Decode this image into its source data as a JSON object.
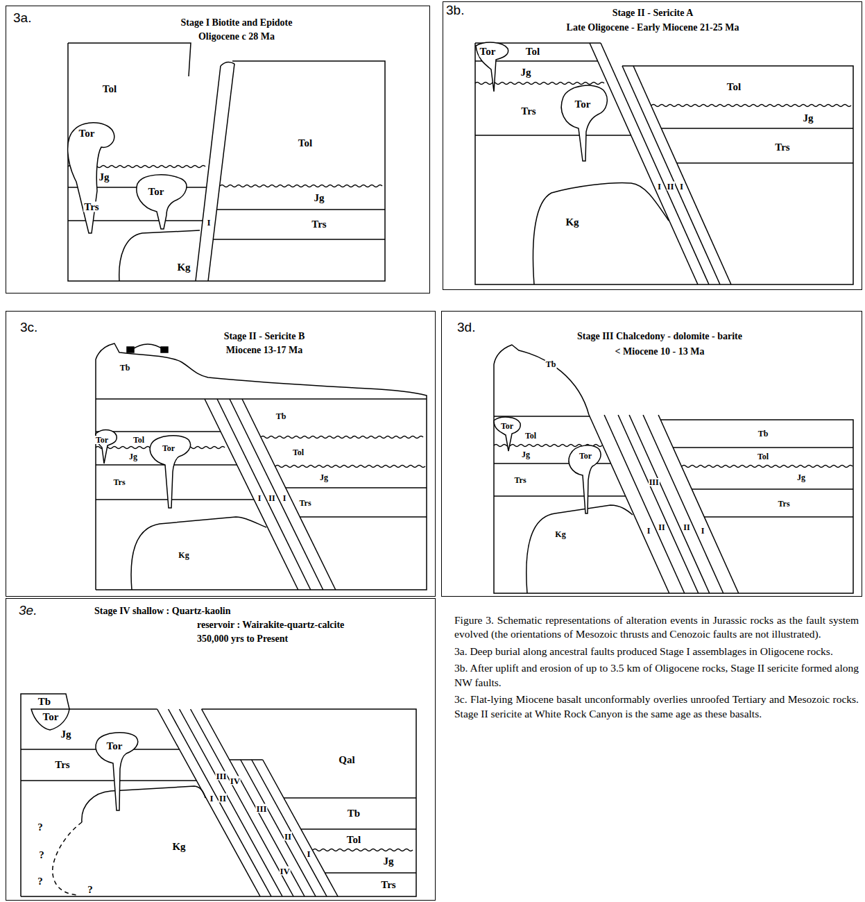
{
  "diagram": {
    "caption": "Figure 3. Schematic representations of alteration events in Jurassic rocks as the fault system evolved (the orientations of Mesozoic thrusts and Cenozoic faults are not illustrated).",
    "nodes": [
      {
        "text": [
          "3a.",
          "Stage I Biotite and Epidote",
          "Oligocene c 28 Ma"
        ]
      },
      {
        "text": [
          "3b.",
          "Stage II - Sericite A",
          "Late Oligocene - Early Miocene 21-25 Ma"
        ]
      },
      {
        "text": [
          "3c.",
          "Stage II - Sericite B",
          "Miocene 13-17 Ma"
        ]
      },
      {
        "text": [
          "3d.",
          "Stage III Chalcedony - dolomite - barite",
          "< Miocene 10 - 13 Ma"
        ]
      },
      {
        "text": [
          "3e.",
          "Stage IV shallow : Quartz-kaolin",
          "reservoir : Wairakite-quartz-calcite",
          "350,000 yrs to Present"
        ]
      }
    ],
    "labels": [
      "Tol",
      "Tor",
      "Tol",
      "Jg",
      "Tor",
      "Trs",
      "Jg",
      "Trs",
      "I",
      "Kg",
      "Tor",
      "Tol",
      "Jg",
      "Tor",
      "Tol",
      "Jg",
      "Trs",
      "Trs",
      "Kg",
      "I",
      "II",
      "I",
      "Tb",
      "Tb",
      "Tor",
      "Tol",
      "Jg",
      "Tor",
      "Tol",
      "Trs",
      "Jg",
      "Trs",
      "I",
      "II",
      "I",
      "Kg",
      "Tb",
      "Tor",
      "Tol",
      "Jg",
      "Tor",
      "Trs",
      "Tb",
      "III",
      "Tol",
      "Jg",
      "Trs",
      "I",
      "II",
      "II",
      "I",
      "Kg",
      "Tb",
      "Tor",
      "Jg",
      "Tor",
      "Trs",
      "III",
      "IV",
      "Qal",
      "I",
      "II",
      "III",
      "Tb",
      "II",
      "Tol",
      "I",
      "Jg",
      "IV",
      "Trs",
      "Kg",
      "?",
      "?",
      "?",
      "?",
      "3a. Deep burial along ancestral faults produced Stage I assemblages in Oligocene rocks.",
      "3b. After uplift and erosion of up to 3.5 km of Oligocene rocks, Stage II sericite formed along NW faults.",
      "3c. Flat-lying Miocene basalt unconformably overlies unroofed Tertiary and Mesozoic rocks. Stage II sericite at White Rock Canyon is the same age as these basalts."
    ]
  }
}
